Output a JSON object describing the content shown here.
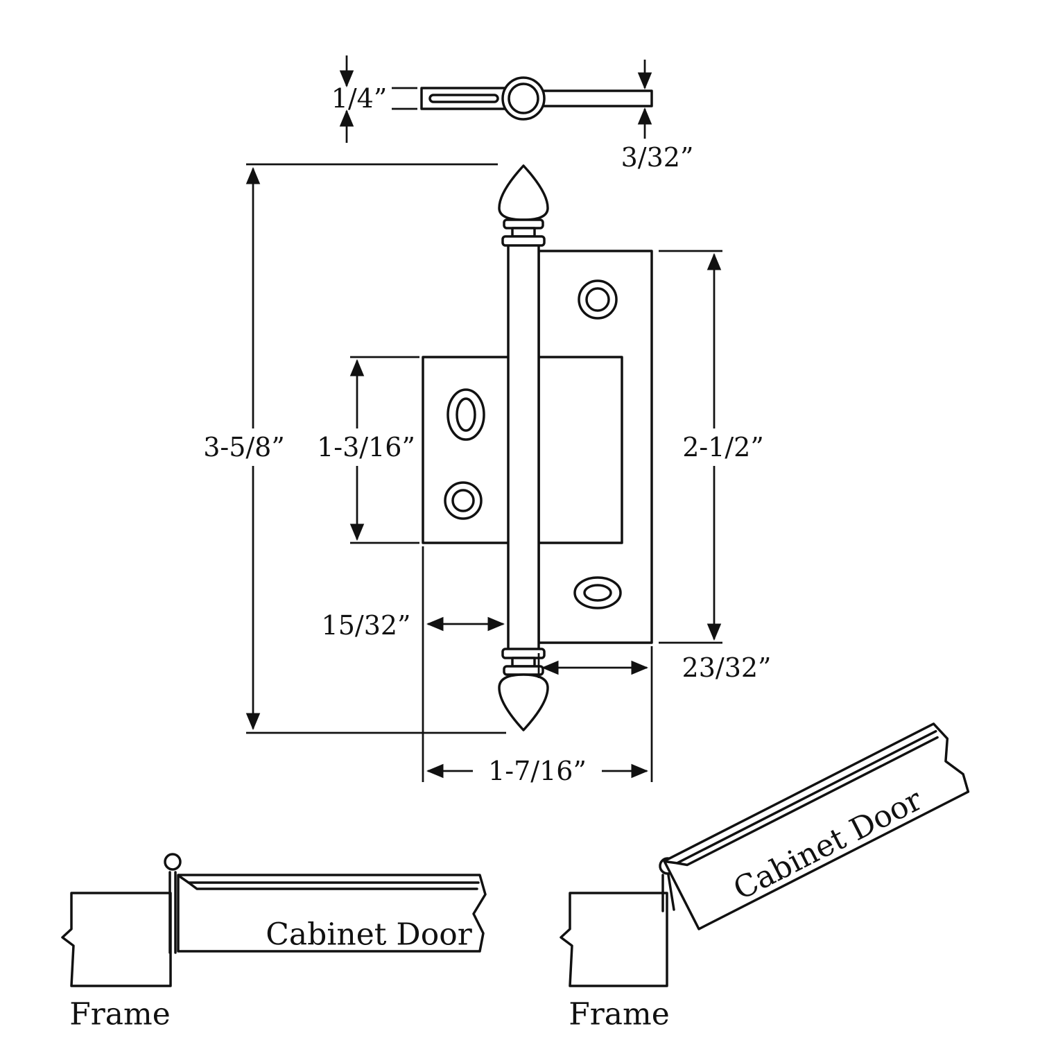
{
  "meta": {
    "title": "Cabinet hinge dimensioned technical drawing"
  },
  "colors": {
    "line": "#111111",
    "background": "#ffffff"
  },
  "top_view": {
    "leaf_thickness": "1/4”",
    "plate_thickness": "3/32”"
  },
  "front_view": {
    "overall_height": "3-5/8”",
    "narrow_leaf_height": "1-3/16”",
    "wide_leaf_height": "2-1/2”",
    "pin_offset": "15/32”",
    "wide_leaf_width": "23/32”",
    "overall_width": "1-7/16”"
  },
  "closed_view": {
    "door_label": "Cabinet Door",
    "frame_label": "Frame"
  },
  "open_view": {
    "door_label": "Cabinet Door",
    "frame_label": "Frame"
  }
}
